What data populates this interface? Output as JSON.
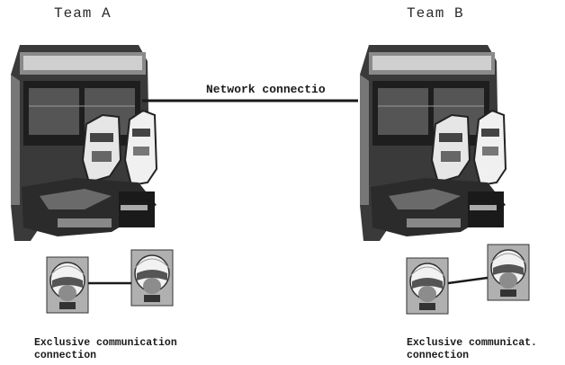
{
  "team_a": {
    "title": "Team A",
    "note_line1": "Exclusive communication",
    "note_line2": "connection"
  },
  "team_b": {
    "title": "Team B",
    "note_line1": "Exclusive communicat.",
    "note_line2": "connection"
  },
  "network": {
    "label": "Network connectio"
  },
  "colors": {
    "dark": "#1a1a1a",
    "mid": "#5c5c5c",
    "light": "#bdbdbd",
    "paper": "#ffffff"
  },
  "icons": [
    "arcade-cabinet-icon",
    "pilot-helmet-icon"
  ]
}
